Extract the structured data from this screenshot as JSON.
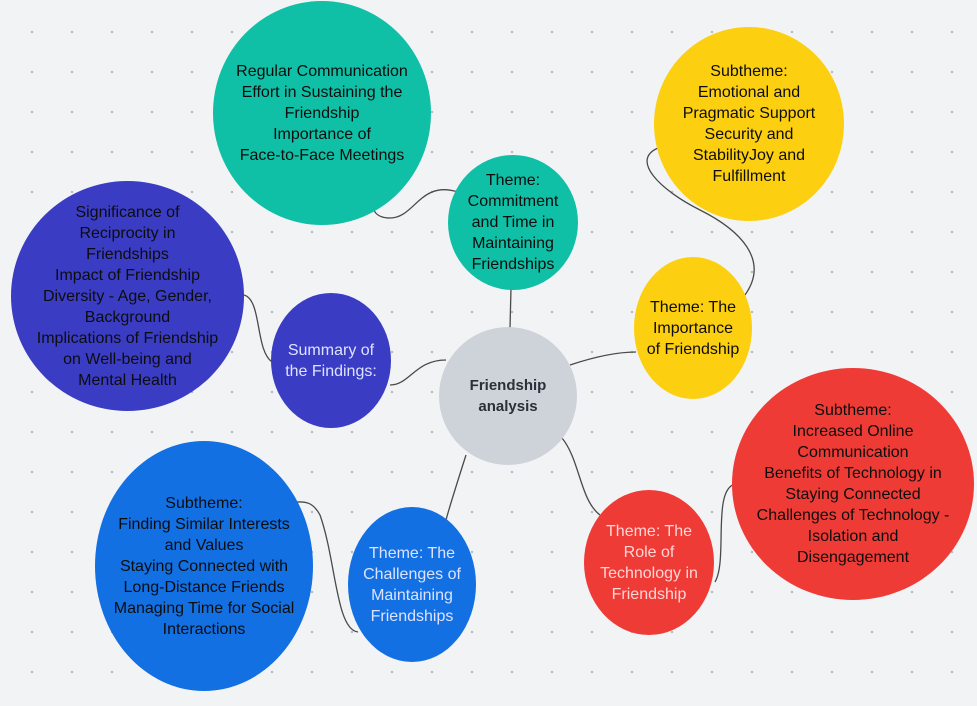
{
  "colors": {
    "center": "#ced3da",
    "teal": "#0fbfa6",
    "yellow": "#fccf10",
    "red": "#ef3b36",
    "blue": "#1270e2",
    "indigo": "#3a3cc4",
    "dark_text": "#0d0d0d",
    "light_text": "#dde3ff",
    "pink_text": "#ffd5d5"
  },
  "nodes": {
    "center": {
      "label": "Friendship\nanalysis"
    },
    "theme_commitment": {
      "label": "Theme:\nCommitment\nand Time in\nMaintaining\nFriendships"
    },
    "commitment_details": {
      "label": "Regular Communication\nEffort in Sustaining the\nFriendship\nImportance of\nFace-to-Face Meetings"
    },
    "theme_importance": {
      "label": "Theme: The\nImportance\nof Friendship"
    },
    "importance_subtheme": {
      "label": "Subtheme:\nEmotional and\nPragmatic Support\nSecurity and\nStabilityJoy and\nFulfillment"
    },
    "theme_technology": {
      "label": "Theme: The\nRole of\nTechnology in\nFriendship"
    },
    "technology_subtheme": {
      "label": "Subtheme:\nIncreased Online\nCommunication\nBenefits of Technology in\nStaying Connected\nChallenges of Technology -\nIsolation and\nDisengagement"
    },
    "theme_challenges": {
      "label": "Theme: The\nChallenges of\nMaintaining\nFriendships"
    },
    "challenges_subtheme": {
      "label": "Subtheme:\nFinding Similar Interests\nand Values\nStaying Connected with\nLong-Distance Friends\nManaging Time for Social\nInteractions"
    },
    "summary": {
      "label": "Summary of\nthe Findings:"
    },
    "summary_details": {
      "label": "Significance of\nReciprocity in\nFriendships\nImpact of Friendship\nDiversity - Age, Gender,\nBackground\nImplications of Friendship\non Well-being and\nMental Health"
    }
  }
}
